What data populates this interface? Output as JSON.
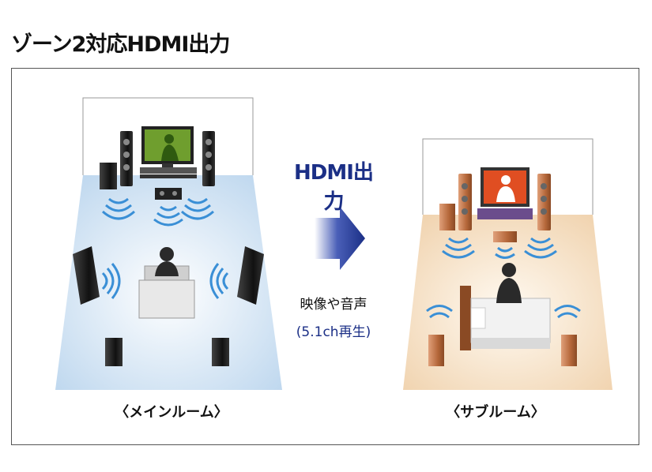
{
  "title": "ゾーン2対応HDMI出力",
  "arrow_label": "HDMI出力",
  "caption_line1": "映像や音声",
  "caption_line2": "(5.1ch再生)",
  "rooms": {
    "main": {
      "label": "〈メインルーム〉"
    },
    "sub": {
      "label": "〈サブルーム〉"
    }
  },
  "colors": {
    "main_floor": "#cfe0f0",
    "sub_floor": "#f4e0c4",
    "arrow": "#1b2f86",
    "wave_blue": "#3a8fd6",
    "speaker_dark": "#1b1b1b",
    "speaker_wood": "#b5673a"
  }
}
